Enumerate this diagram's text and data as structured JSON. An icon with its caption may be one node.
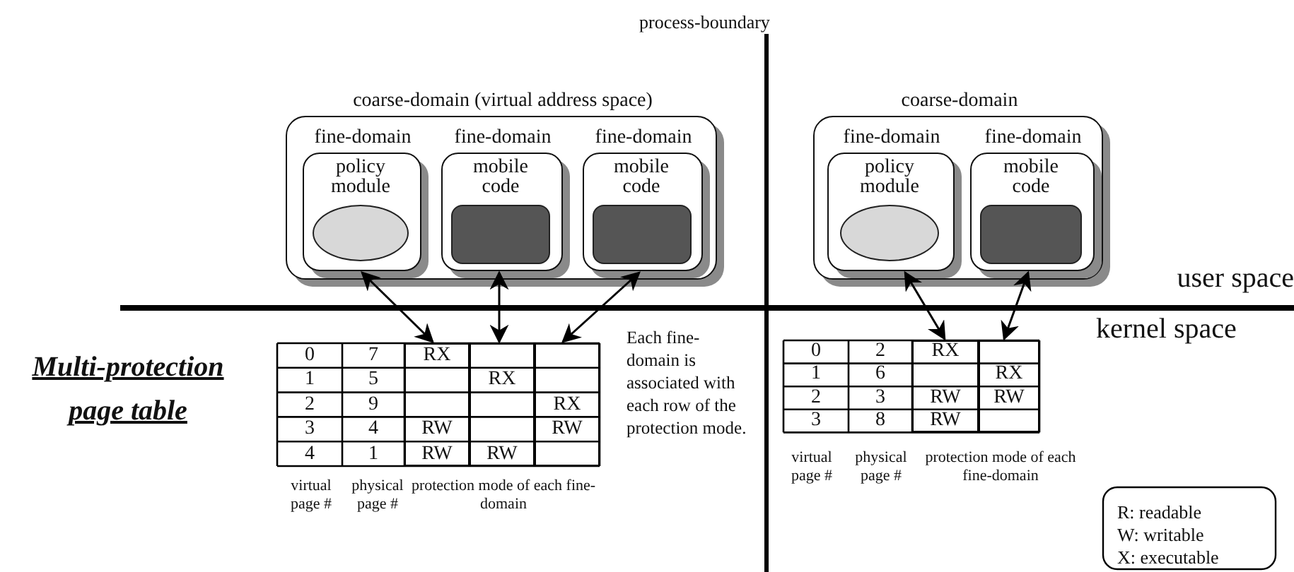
{
  "diagram": {
    "nodes": [
      {
        "text": [
          "coarse-domain (virtual address space)"
        ]
      },
      {
        "text": [
          "fine-domain",
          "policy module"
        ],
        "in": 0
      },
      {
        "text": [],
        "shape": "ellipse",
        "in": 1
      },
      {
        "text": [
          "fine-domain",
          "mobile code"
        ],
        "in": 0
      },
      {
        "text": [],
        "shape": "box",
        "in": 3
      },
      {
        "text": [
          "fine-domain",
          "mobile code"
        ],
        "in": 0
      },
      {
        "text": [],
        "shape": "box",
        "in": 5
      },
      {
        "text": [
          "coarse-domain"
        ]
      },
      {
        "text": [
          "fine-domain",
          "policy module"
        ],
        "in": 7
      },
      {
        "text": [],
        "shape": "ellipse",
        "in": 8
      },
      {
        "text": [
          "fine-domain",
          "mobile code"
        ],
        "in": 7
      },
      {
        "text": [],
        "shape": "box",
        "in": 10
      },
      {
        "text": [],
        "shape": "column"
      },
      {
        "text": [],
        "shape": "column"
      },
      {
        "text": [],
        "shape": "column"
      },
      {
        "text": [],
        "shape": "column"
      },
      {
        "text": [],
        "shape": "column"
      }
    ],
    "edges": [
      {
        "from": 1,
        "to": 12,
        "arrow": "both"
      },
      {
        "from": 3,
        "to": 13,
        "arrow": "both"
      },
      {
        "from": 5,
        "to": 14,
        "arrow": "both"
      },
      {
        "from": 8,
        "to": 15,
        "arrow": "both"
      },
      {
        "from": 10,
        "to": 16,
        "arrow": "both"
      }
    ],
    "labels": [
      "process-boundary",
      "user space",
      "kernel space",
      "Multi-protection page table",
      "0",
      "7",
      "RX",
      "1",
      "5",
      "RX",
      "2",
      "9",
      "RX",
      "3",
      "4",
      "RW",
      "RW",
      "4",
      "1",
      "RW",
      "RW",
      "virtual page #",
      "physical page #",
      "protection mode of each fine-domain",
      "Each fine-domain is associated with each row of the protection mode.",
      "0",
      "2",
      "RX",
      "1",
      "6",
      "RX",
      "2",
      "3",
      "RW",
      "RW",
      "3",
      "8",
      "RW",
      "virtual page #",
      "physical page #",
      "protection mode of each fine-domain",
      "R: readable",
      "W: writable",
      "X: executable"
    ]
  }
}
